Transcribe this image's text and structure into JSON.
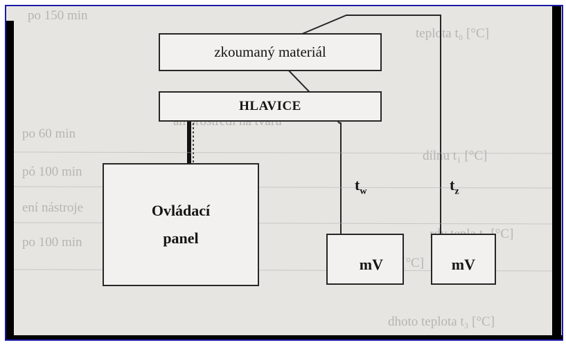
{
  "diagram": {
    "box_material": "zkoumaný materiál",
    "box_head": "HLAVICE",
    "box_panel_line1": "Ovládací",
    "box_panel_line2": "panel",
    "meter_left": "mV",
    "meter_right": "mV",
    "label_tw_base": "t",
    "label_tw_sub": "w",
    "label_tz_base": "t",
    "label_tz_sub": "z"
  },
  "ghost_text": {
    "g1": "po 150 min",
    "g2": "teplota t₀  [°C]",
    "g3": "po 60 min",
    "g4": "pó 100 min",
    "g5": "ení nástroje",
    "g6": "po 100 min",
    "g7": "ah prostředí na tvaru",
    "g8": "dílnu t₁  [°C]",
    "g9": "rdy tepla t₂ [°C]",
    "g10": "na teplota [°C]",
    "g11": "dhoto teplota t₃ [°C]"
  },
  "colors": {
    "frame": "#1a1aa8",
    "scan_bg": "#e7e5e2",
    "ink": "#262626"
  }
}
